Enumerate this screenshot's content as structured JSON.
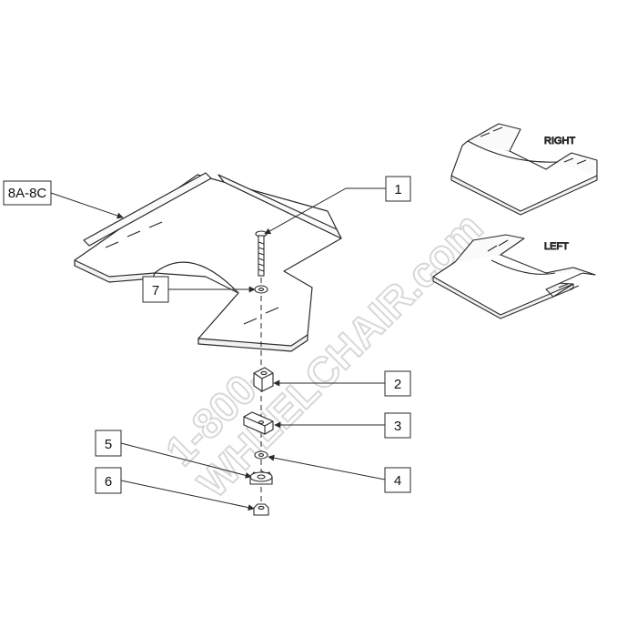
{
  "callouts": {
    "assembly": "8A-8C",
    "c1": "1",
    "c2": "2",
    "c3": "3",
    "c4": "4",
    "c5": "5",
    "c6": "6",
    "c7": "7"
  },
  "side_views": {
    "right_label": "RIGHT",
    "left_label": "LEFT"
  },
  "watermark": {
    "line1": "1-800-",
    "line2": "WHEELCHAIR.com"
  },
  "colors": {
    "line": "#2a2a2a",
    "watermark": "#d4d4d4"
  }
}
